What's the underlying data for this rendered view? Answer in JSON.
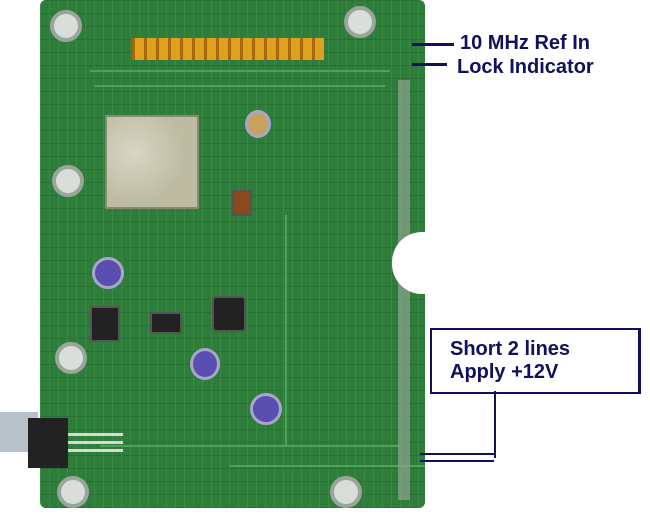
{
  "annotations": {
    "ref_in": "10 MHz Ref In",
    "lock_indicator": "Lock Indicator",
    "power_line1": "Short 2 lines",
    "power_line2": "Apply +12V"
  },
  "colors": {
    "annotation": "#101060",
    "board": "#2e7d3a"
  }
}
